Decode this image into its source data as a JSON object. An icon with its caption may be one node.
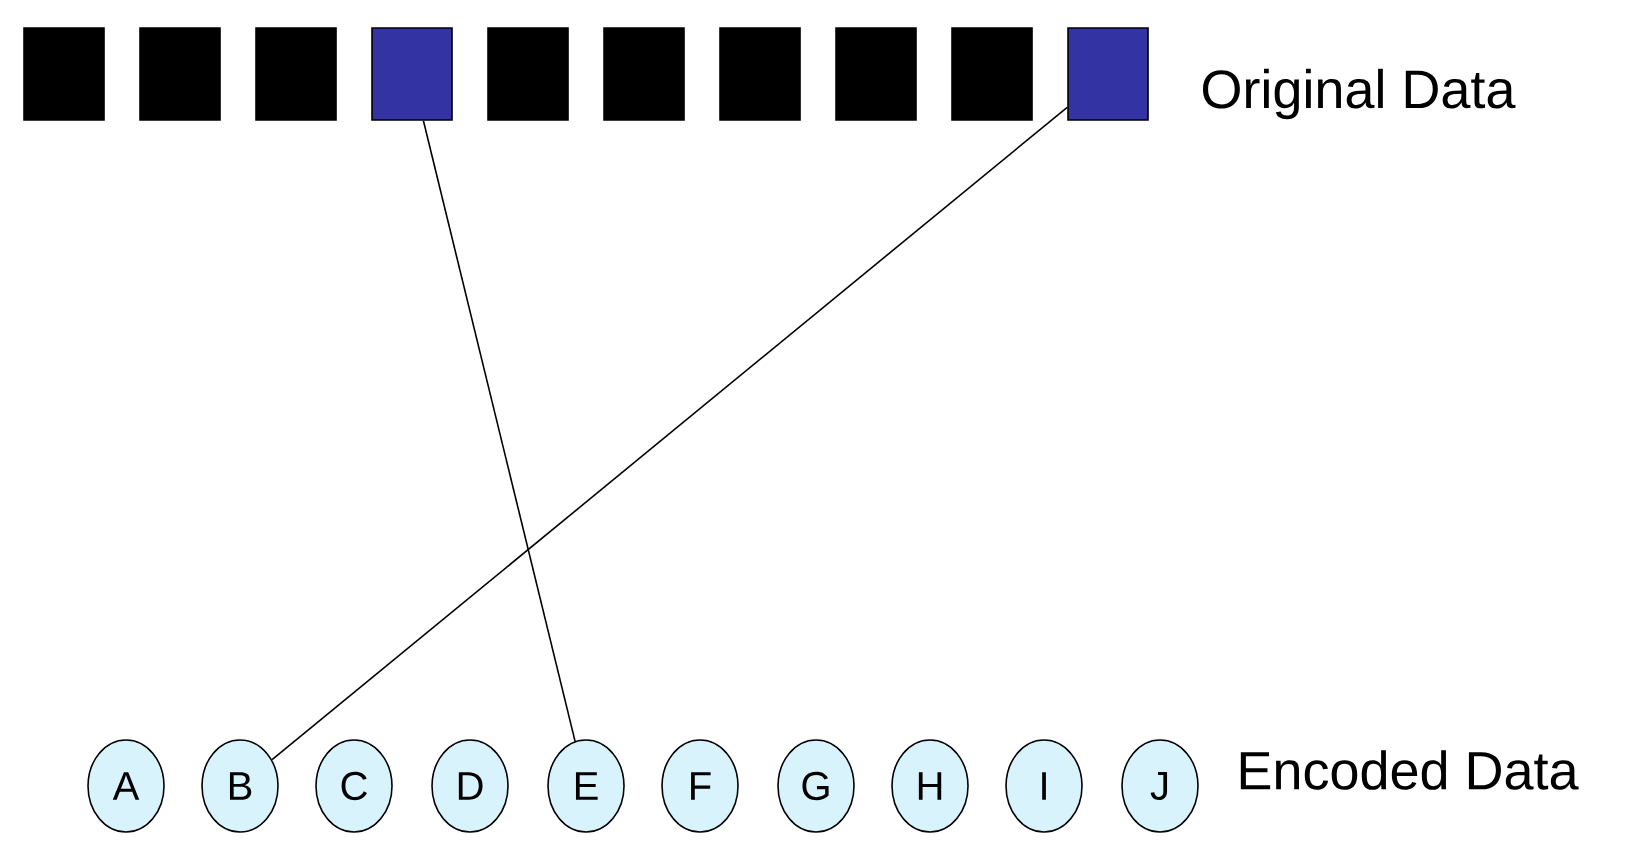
{
  "diagram": {
    "nodes": [
      {
        "text": [],
        "shape": "box"
      },
      {
        "text": [],
        "shape": "box"
      },
      {
        "text": [],
        "shape": "box"
      },
      {
        "text": [],
        "shape": "box"
      },
      {
        "text": [],
        "shape": "box"
      },
      {
        "text": [],
        "shape": "box"
      },
      {
        "text": [],
        "shape": "box"
      },
      {
        "text": [],
        "shape": "box"
      },
      {
        "text": [],
        "shape": "box"
      },
      {
        "text": [],
        "shape": "box"
      },
      {
        "text": [
          "A"
        ]
      },
      {
        "text": [
          "B"
        ]
      },
      {
        "text": [
          "C"
        ]
      },
      {
        "text": [
          "D"
        ]
      },
      {
        "text": [
          "E"
        ]
      },
      {
        "text": [
          "F"
        ]
      },
      {
        "text": [
          "G"
        ]
      },
      {
        "text": [
          "H"
        ]
      },
      {
        "text": [
          "I"
        ]
      },
      {
        "text": [
          "J"
        ]
      }
    ],
    "edges": [
      {
        "from": 3,
        "to": 14,
        "arrow": "none"
      },
      {
        "from": 9,
        "to": 11,
        "arrow": "none"
      }
    ],
    "labels": [
      "Original Data",
      "Encoded Data"
    ]
  }
}
